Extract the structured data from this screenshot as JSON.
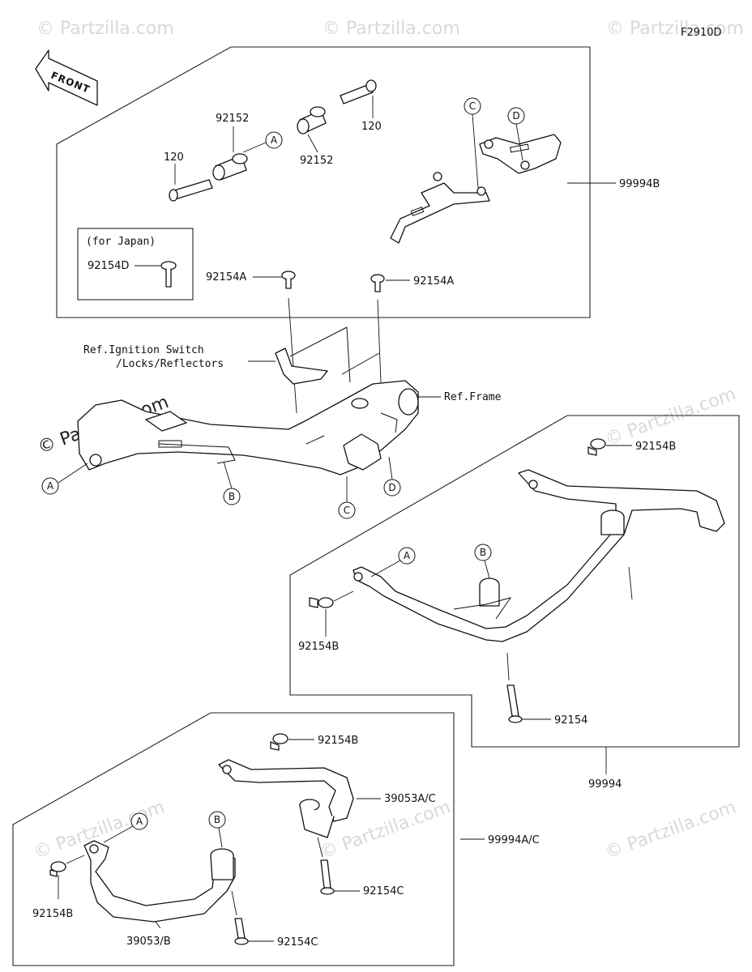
{
  "diagram_code": "F2910D",
  "front_arrow": {
    "label": "FRONT"
  },
  "note_box": {
    "title": "(for Japan)",
    "part": "92154D"
  },
  "references": {
    "ignition_line1": "Ref.Ignition Switch",
    "ignition_line2": "/Locks/Reflectors",
    "frame": "Ref.Frame"
  },
  "callouts": [
    "A",
    "B",
    "C",
    "D"
  ],
  "part_labels": {
    "p120": "120",
    "p92152": "92152",
    "p92154A": "92154A",
    "p92154B": "92154B",
    "p92154C": "92154C",
    "p92154": "92154",
    "p99994B": "99994B",
    "p99994": "99994",
    "p99994AC": "99994A/C",
    "p39053AC": "39053A/C",
    "p39053B": "39053/B"
  },
  "watermark": "© Partzilla.com"
}
